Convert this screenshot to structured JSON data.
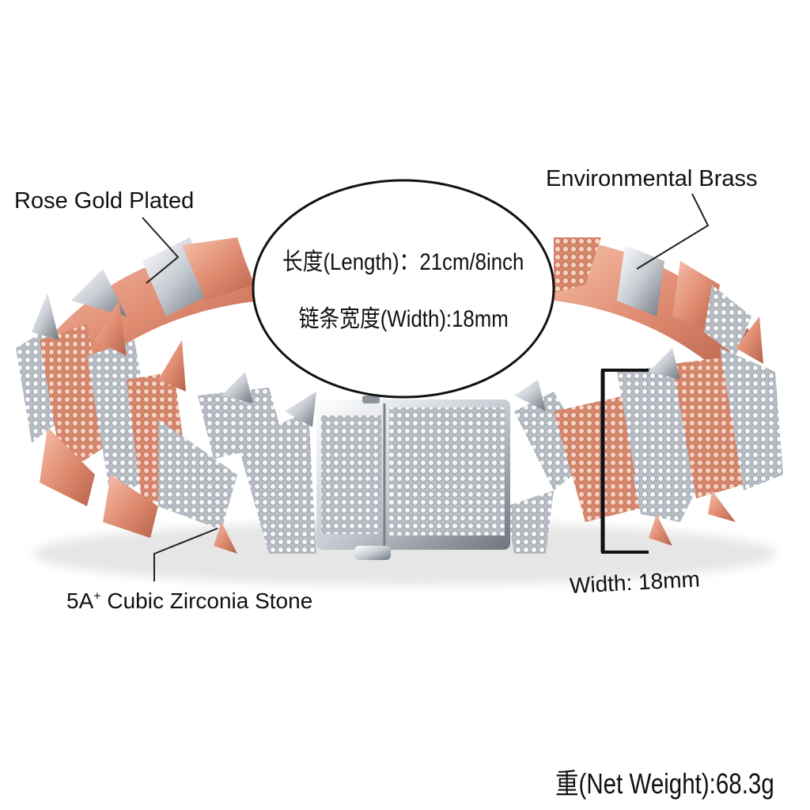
{
  "labels": {
    "rose_gold": "Rose Gold Plated",
    "brass": "Environmental Brass",
    "stone_prefix": "5A",
    "stone_sup": "+",
    "stone_suffix": " Cubic Zirconia Stone",
    "width": "Width: 18mm",
    "net_weight": "重(Net Weight):68.3g"
  },
  "specs": {
    "length": "长度(Length)：21cm/8inch",
    "chain_width": "链条宽度(Width):18mm"
  },
  "colors": {
    "rose_gold": "#e8a08a",
    "silver": "#d9dde2",
    "background": "#ffffff",
    "text": "#111111"
  }
}
